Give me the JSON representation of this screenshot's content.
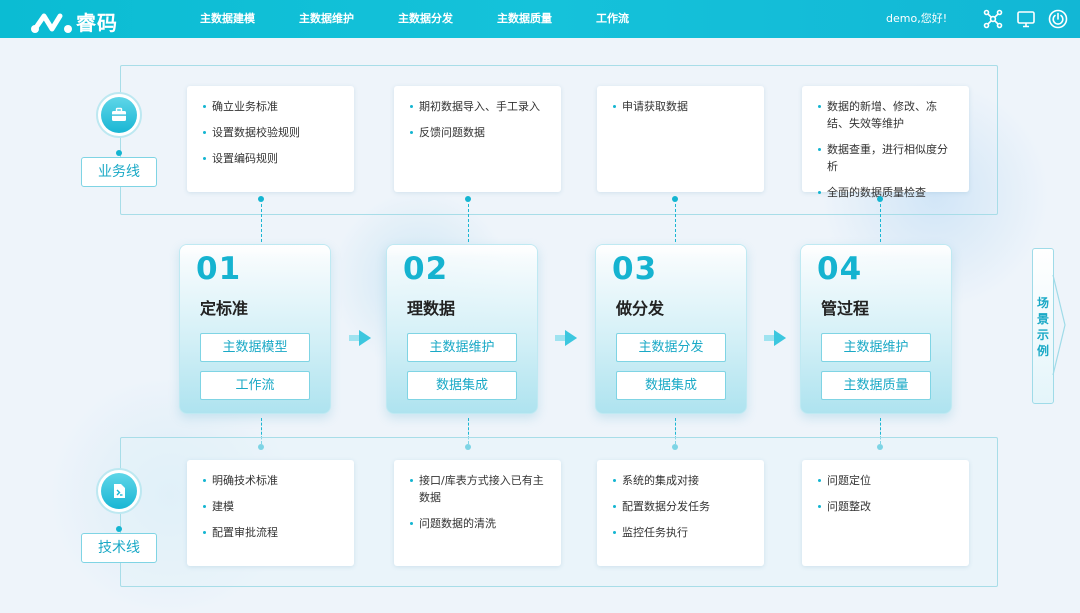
{
  "header": {
    "logo_text": "睿码",
    "nav": [
      "主数据建模",
      "主数据维护",
      "主数据分发",
      "主数据质量",
      "工作流"
    ],
    "greeting": "demo,您好!",
    "icons": [
      "network-icon",
      "monitor-icon",
      "power-icon"
    ]
  },
  "lanes": {
    "business": {
      "label": "业务线",
      "icon": "briefcase-icon"
    },
    "tech": {
      "label": "技术线",
      "icon": "code-file-icon"
    }
  },
  "business_cards": [
    {
      "items": [
        "确立业务标准",
        "设置数据校验规则",
        "设置编码规则"
      ]
    },
    {
      "items": [
        "期初数据导入、手工录入",
        "反馈问题数据"
      ]
    },
    {
      "items": [
        "申请获取数据"
      ]
    },
    {
      "items": [
        "数据的新增、修改、冻结、失效等维护",
        "数据查重，进行相似度分析",
        "全面的数据质量检查"
      ]
    }
  ],
  "steps": [
    {
      "num": "01",
      "title": "定标准",
      "buttons": [
        "主数据模型",
        "工作流"
      ]
    },
    {
      "num": "02",
      "title": "理数据",
      "buttons": [
        "主数据维护",
        "数据集成"
      ]
    },
    {
      "num": "03",
      "title": "做分发",
      "buttons": [
        "主数据分发",
        "数据集成"
      ]
    },
    {
      "num": "04",
      "title": "管过程",
      "buttons": [
        "主数据维护",
        "主数据质量"
      ]
    }
  ],
  "tech_cards": [
    {
      "items": [
        "明确技术标准",
        "建模",
        "配置审批流程"
      ]
    },
    {
      "items": [
        "接口/库表方式接入已有主数据",
        "问题数据的清洗"
      ]
    },
    {
      "items": [
        "系统的集成对接",
        "配置数据分发任务",
        "监控任务执行"
      ]
    },
    {
      "items": [
        "问题定位",
        "问题整改"
      ]
    }
  ],
  "side_tab": {
    "label": "场景示例"
  },
  "colors": {
    "primary": "#15b3d0",
    "header": "#12bdd5",
    "accent_text": "#1aa9c6"
  }
}
